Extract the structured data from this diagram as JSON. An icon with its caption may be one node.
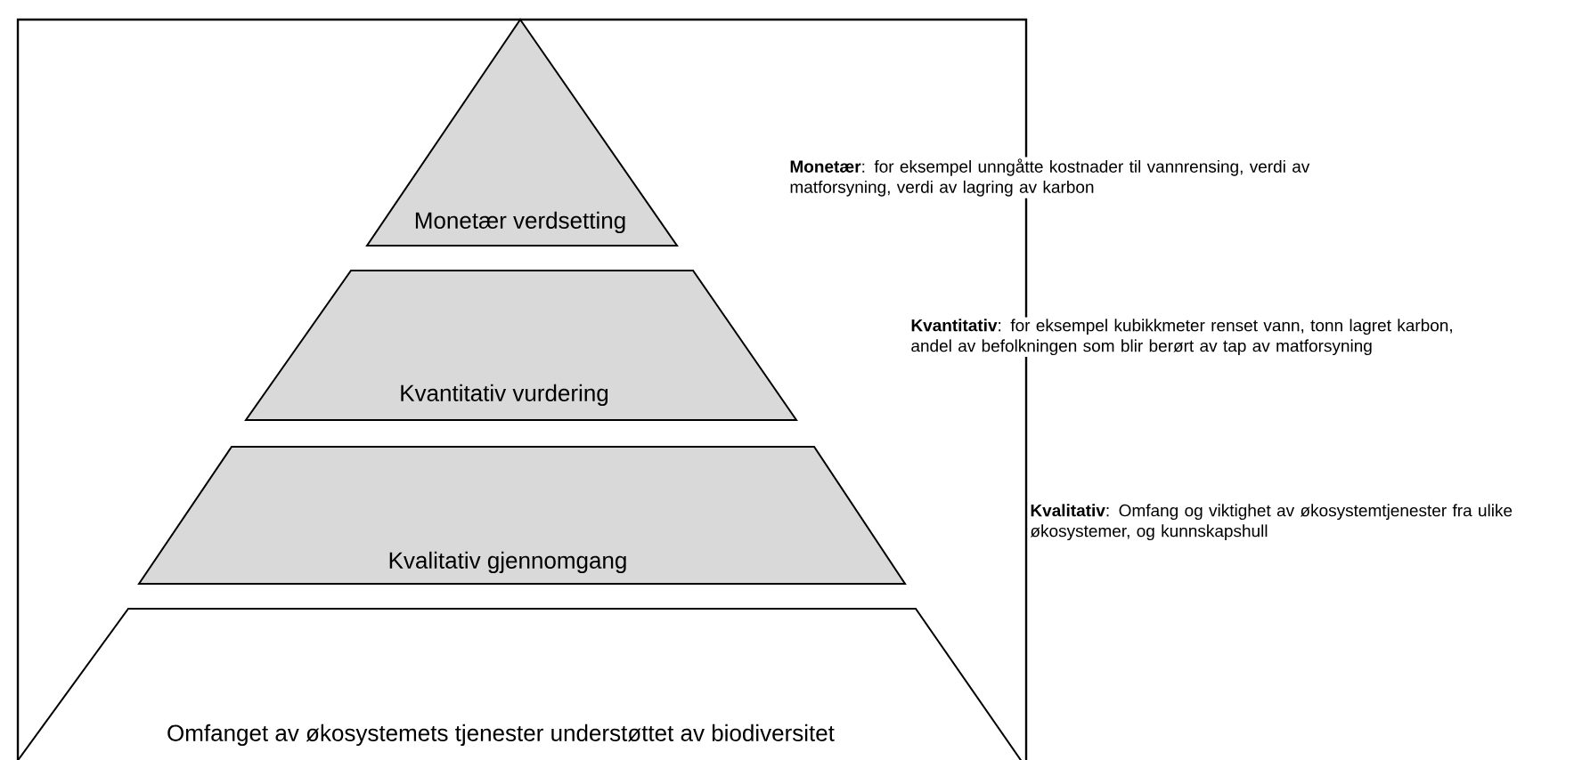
{
  "diagram": {
    "nodes": [
      {
        "text": [
          "Monetær verdsetting"
        ]
      },
      {
        "text": [
          "Kvantitativ vurdering"
        ]
      },
      {
        "text": [
          "Kvalitativ gjennomgang"
        ]
      },
      {
        "text": [
          "Omfanget av økosystemets tjenester understøttet av biodiversitet"
        ]
      }
    ],
    "labels": [
      "**Monetær**: for eksempel unngåtte kostnader til vannrensing, verdi av matforsyning, verdi av lagring av karbon",
      "**Kvantitativ**: for eksempel kubikkmeter renset vann, tonn lagret karbon, andel av befolkningen som blir berørt av tap av matforsyning",
      "**Kvalitativ**: Omfang og viktighet av økosystemtjenester fra ulike økosystemer, og kunnskapshull"
    ]
  }
}
